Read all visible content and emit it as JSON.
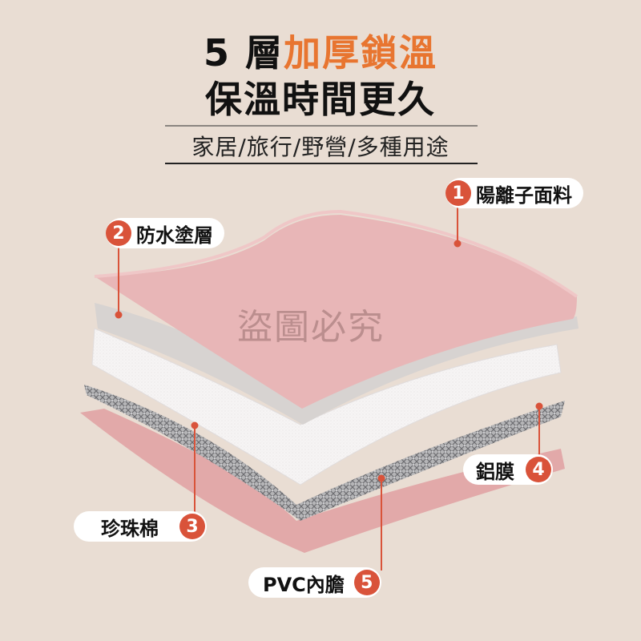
{
  "header": {
    "line1_prefix": "5 層",
    "line1_accent": "加厚鎖溫",
    "line2": "保溫時間更久",
    "subtitle": "家居/旅行/野營/多種用途"
  },
  "layers": [
    {
      "number": "1",
      "label": "陽離子面料",
      "color": "#eab4b6"
    },
    {
      "number": "2",
      "label": "防水塗層",
      "color": "#d9d5d3"
    },
    {
      "number": "3",
      "label": "珍珠棉",
      "color": "#f4f2f2"
    },
    {
      "number": "4",
      "label": "鋁膜",
      "color": "#a9a9ab"
    },
    {
      "number": "5",
      "label": "PVC內膽",
      "color": "#e2a9a9"
    }
  ],
  "watermark": "盜圖必究",
  "colors": {
    "background": "#e9ddd3",
    "accent": "#e87530",
    "badge": "#d9533a",
    "leader_line": "#d9533a"
  }
}
